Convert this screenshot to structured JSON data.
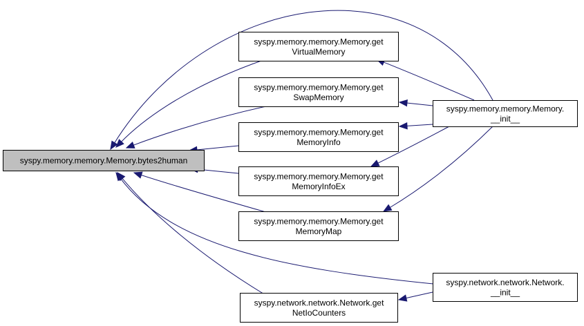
{
  "graph": {
    "colors": {
      "edge": "#191970",
      "focus_fill": "#bfbfbf",
      "node_fill": "#ffffff",
      "border": "#000000"
    },
    "nodes": [
      {
        "id": "bytes2human",
        "lines": [
          "syspy.memory.memory.Memory.bytes2human"
        ]
      },
      {
        "id": "getVirtualMemory",
        "lines": [
          "syspy.memory.memory.Memory.get",
          "VirtualMemory"
        ]
      },
      {
        "id": "getSwapMemory",
        "lines": [
          "syspy.memory.memory.Memory.get",
          "SwapMemory"
        ]
      },
      {
        "id": "getMemoryInfo",
        "lines": [
          "syspy.memory.memory.Memory.get",
          "MemoryInfo"
        ]
      },
      {
        "id": "getMemoryInfoEx",
        "lines": [
          "syspy.memory.memory.Memory.get",
          "MemoryInfoEx"
        ]
      },
      {
        "id": "getMemoryMap",
        "lines": [
          "syspy.memory.memory.Memory.get",
          "MemoryMap"
        ]
      },
      {
        "id": "getNetIoCounters",
        "lines": [
          "syspy.network.network.Network.get",
          "NetIoCounters"
        ]
      },
      {
        "id": "memoryInit",
        "lines": [
          "syspy.memory.memory.Memory.",
          "__init__"
        ]
      },
      {
        "id": "networkInit",
        "lines": [
          "syspy.network.network.Network.",
          "__init__"
        ]
      }
    ],
    "edges": [
      {
        "from": "getVirtualMemory",
        "to": "bytes2human"
      },
      {
        "from": "getSwapMemory",
        "to": "bytes2human"
      },
      {
        "from": "getMemoryInfo",
        "to": "bytes2human"
      },
      {
        "from": "getMemoryInfoEx",
        "to": "bytes2human"
      },
      {
        "from": "getMemoryMap",
        "to": "bytes2human"
      },
      {
        "from": "getNetIoCounters",
        "to": "bytes2human"
      },
      {
        "from": "memoryInit",
        "to": "bytes2human"
      },
      {
        "from": "networkInit",
        "to": "bytes2human"
      },
      {
        "from": "memoryInit",
        "to": "getVirtualMemory"
      },
      {
        "from": "memoryInit",
        "to": "getSwapMemory"
      },
      {
        "from": "memoryInit",
        "to": "getMemoryInfo"
      },
      {
        "from": "memoryInit",
        "to": "getMemoryInfoEx"
      },
      {
        "from": "memoryInit",
        "to": "getMemoryMap"
      },
      {
        "from": "networkInit",
        "to": "getNetIoCounters"
      }
    ]
  }
}
